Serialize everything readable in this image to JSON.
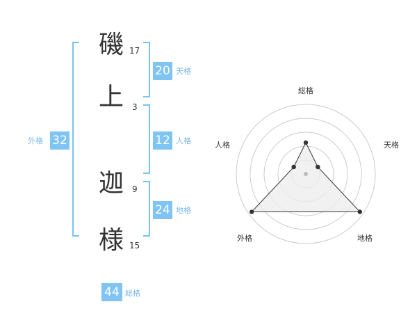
{
  "name": {
    "characters": [
      {
        "char": "磯",
        "strokes": "17"
      },
      {
        "char": "上",
        "strokes": "3"
      },
      {
        "char": "迦",
        "strokes": "9"
      },
      {
        "char": "様",
        "strokes": "15"
      }
    ]
  },
  "fortunes": {
    "tenkaku": {
      "value": "20",
      "label": "天格"
    },
    "jinkaku": {
      "value": "12",
      "label": "人格"
    },
    "chikaku": {
      "value": "24",
      "label": "地格"
    },
    "gaikaku": {
      "value": "32",
      "label": "外格"
    },
    "soukaku": {
      "value": "44",
      "label": "総格"
    }
  },
  "chart_data": {
    "type": "radar",
    "axes": [
      "総格",
      "天格",
      "地格",
      "外格",
      "人格"
    ],
    "series": [
      {
        "values": [
          0.45,
          0.2,
          0.95,
          0.95,
          0.2
        ]
      }
    ],
    "rings": 5,
    "range": [
      0,
      1
    ],
    "colors": {
      "ring": "#cccccc",
      "fill": "#eeeeee",
      "line": "#333333",
      "center": "#bbbbbb"
    }
  },
  "colors": {
    "accent": "#7fc4f3",
    "bracket": "#78c3f0",
    "label": "#78b9e6"
  }
}
